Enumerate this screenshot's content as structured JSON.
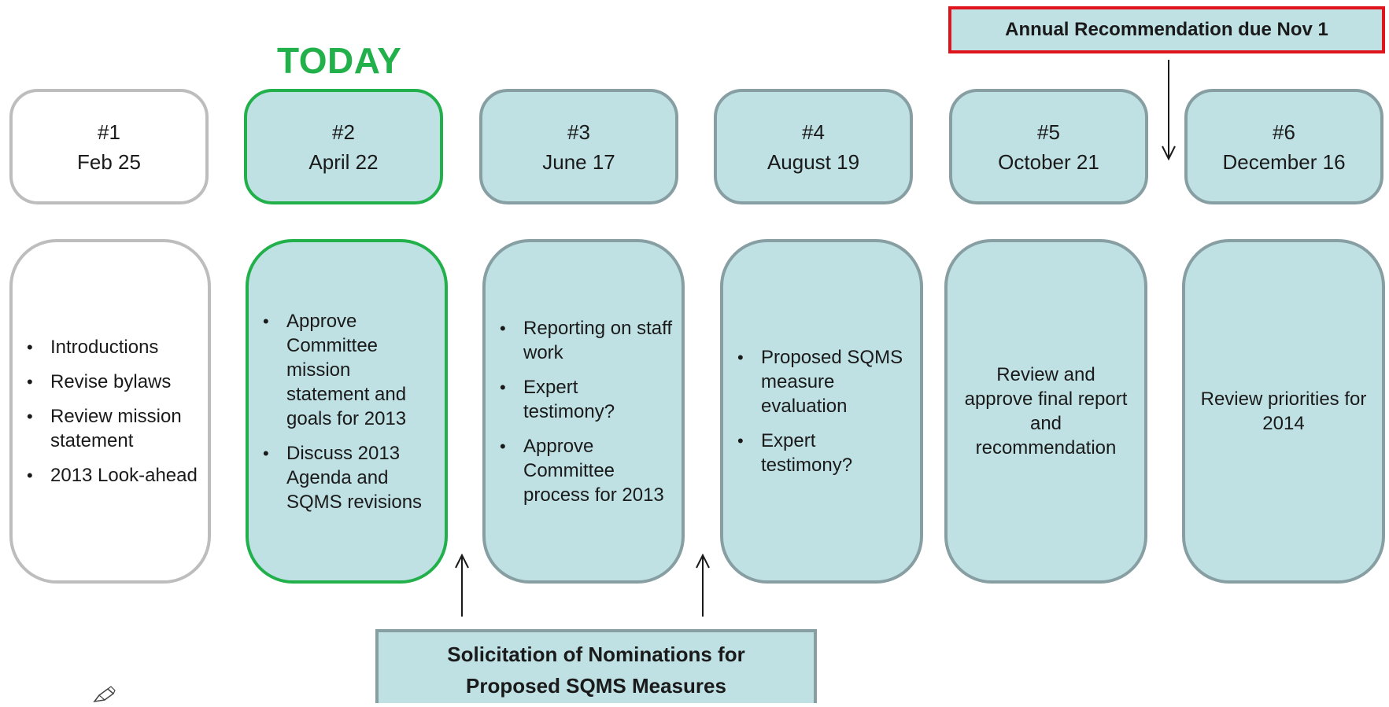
{
  "today_label": "TODAY",
  "annual_recommendation": "Annual Recommendation due Nov 1",
  "meetings": [
    {
      "number": "#1",
      "date": "Feb 25"
    },
    {
      "number": "#2",
      "date": "April 22"
    },
    {
      "number": "#3",
      "date": "June 17"
    },
    {
      "number": "#4",
      "date": "August 19"
    },
    {
      "number": "#5",
      "date": "October 21"
    },
    {
      "number": "#6",
      "date": "December 16"
    }
  ],
  "agendas": [
    {
      "items": [
        "Introductions",
        "Revise bylaws",
        "Review mission statement",
        "2013 Look-ahead"
      ]
    },
    {
      "items": [
        "Approve Committee mission statement and goals for 2013",
        "Discuss 2013 Agenda and SQMS revisions"
      ]
    },
    {
      "items": [
        "Reporting on staff work",
        "Expert testimony?",
        "Approve Committee process for 2013"
      ]
    },
    {
      "items": [
        "Proposed SQMS measure evaluation",
        "Expert testimony?"
      ]
    },
    {
      "text": "Review and approve final report and recommendation"
    },
    {
      "text": "Review priorities for 2014"
    }
  ],
  "solicitation": {
    "line1": "Solicitation of Nominations for",
    "line2": "Proposed SQMS Measures"
  },
  "colors": {
    "box_fill": "#bfe1e4",
    "box_border": "#879fa2",
    "today_green": "#22b04b",
    "past_gray": "#bdbdbd",
    "deadline_red": "#e0141c"
  },
  "icons": {
    "pointer": "pen-pointer-icon"
  }
}
